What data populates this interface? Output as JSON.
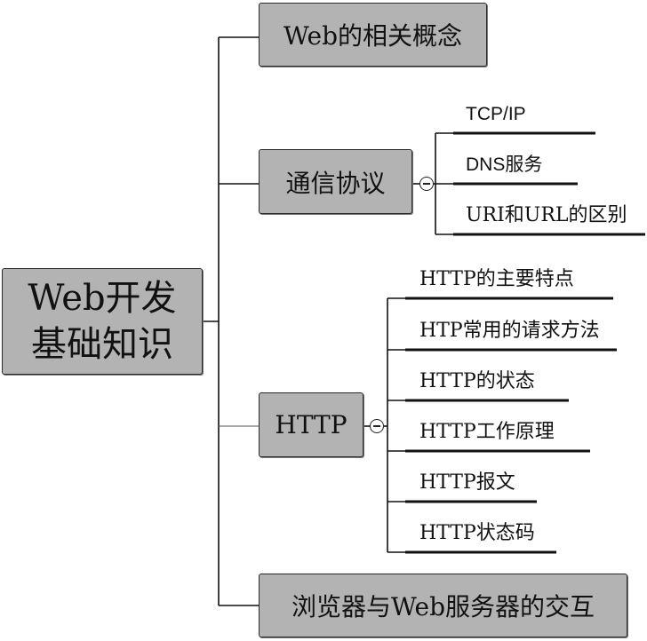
{
  "root": {
    "line1": "Web开发",
    "line2": "基础知识"
  },
  "branches": {
    "concepts": "Web的相关概念",
    "protocol": "通信协议",
    "http": "HTTP",
    "browser": "浏览器与Web服务器的交互"
  },
  "protocol_children": [
    "TCP/IP",
    "DNS服务",
    "URI和URL的区别"
  ],
  "http_children": [
    "HTTP的主要特点",
    "HTP常用的请求方法",
    "HTTP的状态",
    "HTTP工作原理",
    "HTTP报文",
    "HTTP状态码"
  ]
}
